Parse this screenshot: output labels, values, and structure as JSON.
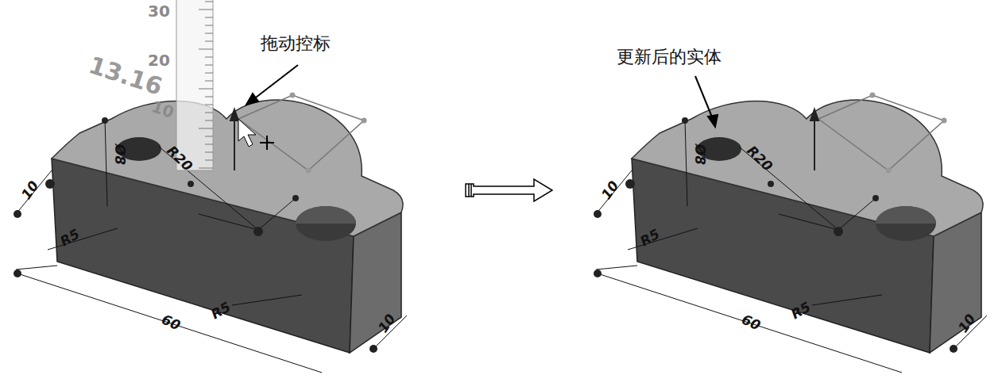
{
  "diagram": {
    "labels": [
      "拖动控标",
      "30",
      "20",
      "13.16",
      "10",
      "Ø8",
      "R20",
      "10",
      "R5",
      "60",
      "R5",
      "10",
      "更新后的实体",
      "Ø8",
      "R20",
      "10",
      "R5",
      "60",
      "R5",
      "10"
    ]
  }
}
